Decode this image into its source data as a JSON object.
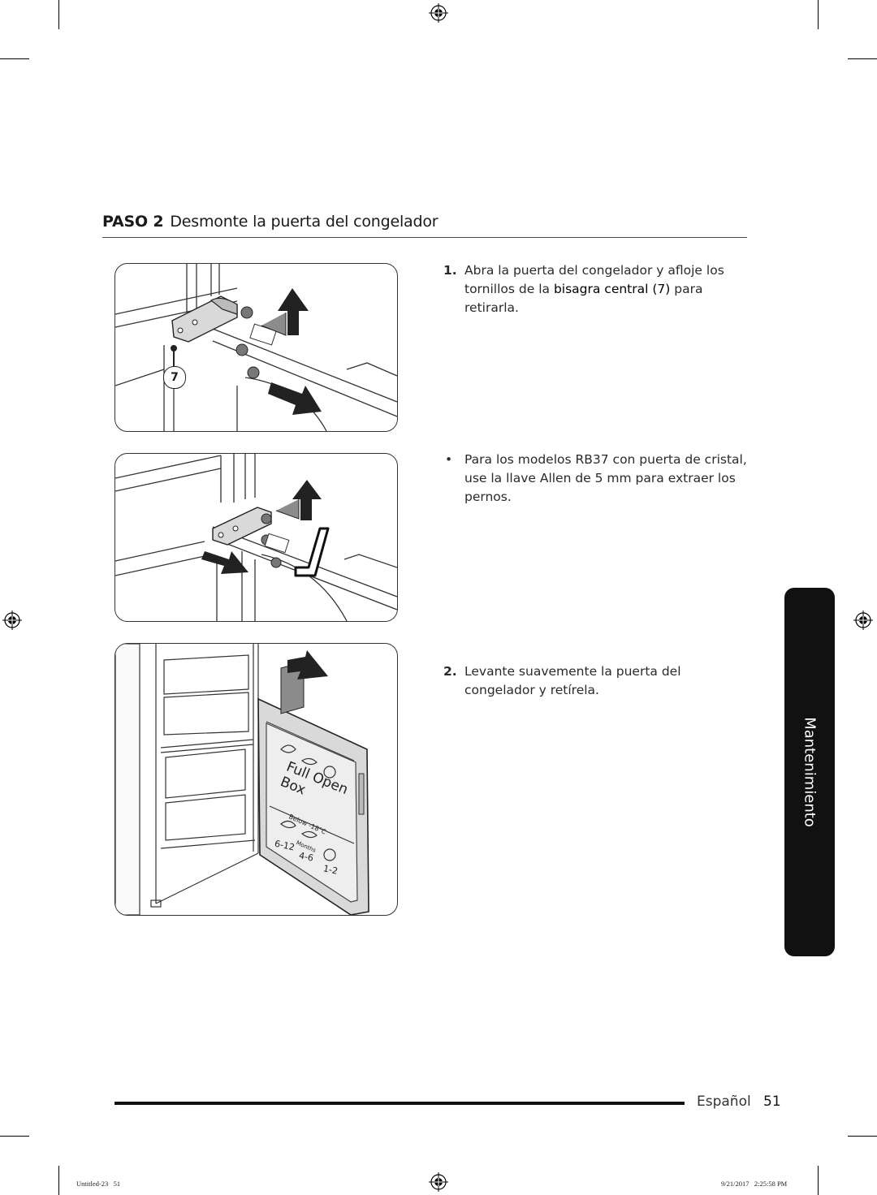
{
  "section": {
    "step_label": "PASO 2",
    "title": "Desmonte la puerta del congelador"
  },
  "instructions": {
    "step1_number": "1.",
    "step1_text_a": "Abra la puerta del congelador y afloje los tornillos de la ",
    "step1_highlight": "bisagra central (7)",
    "step1_text_b": " para retirarla.",
    "bullet_mark": "•",
    "bullet_text": "Para los modelos RB37 con puerta de cristal, use la llave Allen de 5 mm para extraer los pernos.",
    "step2_number": "2.",
    "step2_text": "Levante suavemente la puerta del congelador y retírela."
  },
  "figures": {
    "callout_label": "7",
    "door_label_lines": [
      "Full",
      "Open",
      "Box"
    ],
    "door_temp": "Below -18°C",
    "door_months_label": "Months",
    "door_ranges": [
      "6-12",
      "4-6",
      "1-2"
    ]
  },
  "side_tab": "Mantenimiento",
  "footer": {
    "language": "Español",
    "page_number": "51",
    "slug_left": "Untitled-23   51",
    "slug_right": "9/21/2017   2:25:58 PM"
  },
  "colors": {
    "tab_background": "#111111",
    "rule": "#111111"
  },
  "icons": [
    "registration-mark-icon",
    "crop-mark-icon",
    "arrow-up-icon",
    "arrow-right-icon"
  ]
}
